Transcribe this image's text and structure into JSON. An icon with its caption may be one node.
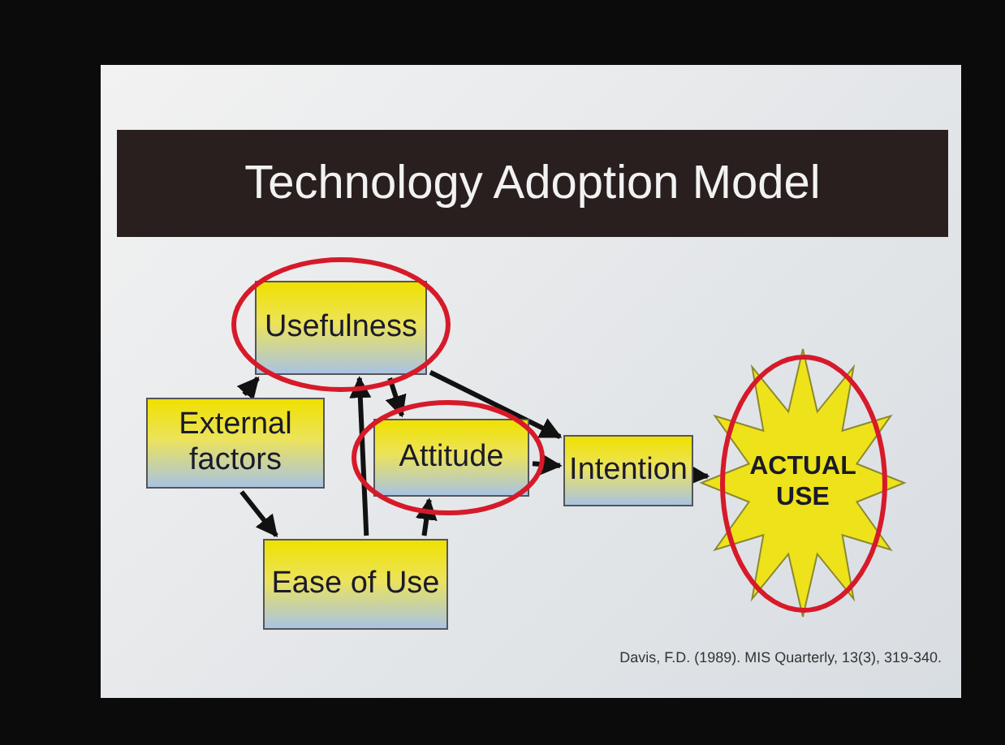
{
  "diagram": {
    "title": "Technology Adoption Model",
    "nodes": [
      {
        "text": [
          "External factors"
        ]
      },
      {
        "text": [
          "Usefulness"
        ]
      },
      {
        "text": [
          "Attitude"
        ]
      },
      {
        "text": [
          "Intention"
        ]
      },
      {
        "text": [
          "Ease of Use"
        ]
      },
      {
        "text": [
          "ACTUAL USE"
        ]
      }
    ],
    "edges": [
      {
        "from": 0,
        "to": 1,
        "arrow": "to"
      },
      {
        "from": 0,
        "to": 4,
        "arrow": "to"
      },
      {
        "from": 4,
        "to": 1,
        "arrow": "to"
      },
      {
        "from": 4,
        "to": 2,
        "arrow": "to"
      },
      {
        "from": 1,
        "to": 2,
        "arrow": "to"
      },
      {
        "from": 1,
        "to": 3,
        "arrow": "to"
      },
      {
        "from": 2,
        "to": 3,
        "arrow": "to"
      },
      {
        "from": 3,
        "to": 5,
        "arrow": "to"
      }
    ],
    "labels": [
      "Davis, F.D. (1989). MIS Quarterly, 13(3), 319-340."
    ]
  }
}
